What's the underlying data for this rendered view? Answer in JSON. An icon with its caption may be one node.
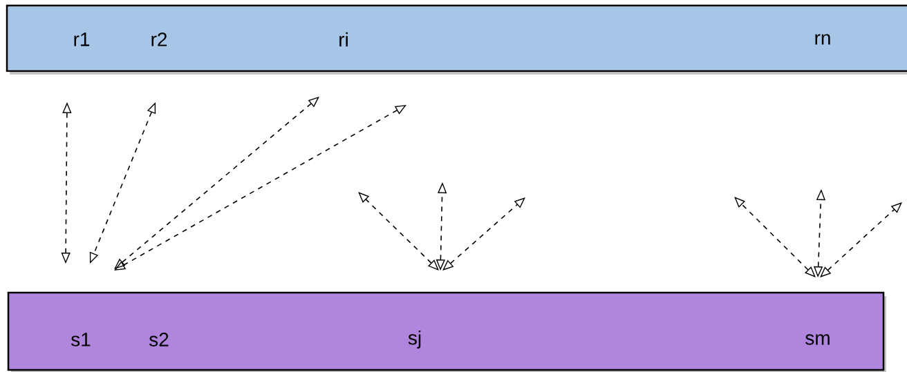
{
  "diagram": {
    "nodes": [
      {
        "text": [
          "r1",
          "r2",
          "ri",
          "rn"
        ]
      },
      {
        "text": [
          "s1",
          "s2",
          "sj",
          "sm"
        ]
      }
    ]
  }
}
